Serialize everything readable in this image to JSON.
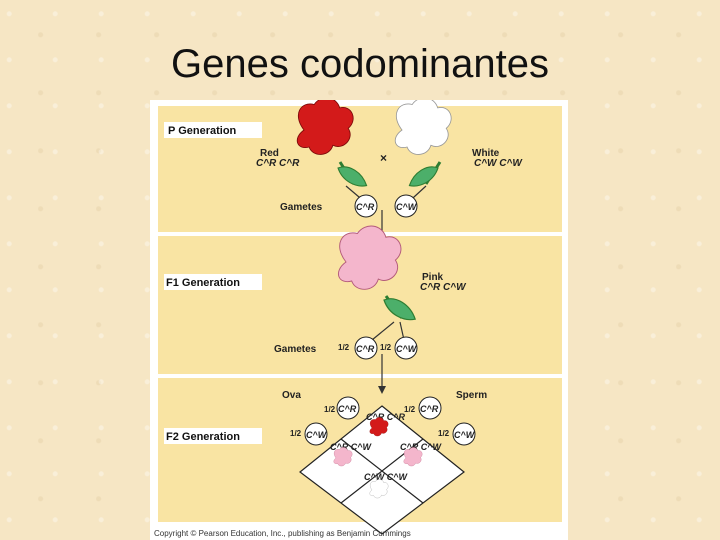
{
  "slide": {
    "title": "Genes codominantes"
  },
  "figure": {
    "p_generation": {
      "title": "P Generation",
      "red_label": "Red",
      "red_genotype": "C^R C^R",
      "white_label": "White",
      "white_genotype": "C^W C^W",
      "cross": "×",
      "gametes_label": "Gametes",
      "gamete_red": "C^R",
      "gamete_white": "C^W"
    },
    "f1_generation": {
      "title": "F1 Generation",
      "pink_label": "Pink",
      "pink_genotype": "C^R C^W",
      "gametes_label": "Gametes",
      "gamete_fraction_1": "1/2",
      "gamete_red": "C^R",
      "gamete_fraction_2": "1/2",
      "gamete_white": "C^W"
    },
    "f2_generation": {
      "title": "F2 Generation",
      "ova_label": "Ova",
      "sperm_label": "Sperm",
      "ova": [
        {
          "fraction": "1/2",
          "allele": "C^R"
        },
        {
          "fraction": "1/2",
          "allele": "C^W"
        }
      ],
      "sperm": [
        {
          "fraction": "1/2",
          "allele": "C^R"
        },
        {
          "fraction": "1/2",
          "allele": "C^W"
        }
      ],
      "cells": {
        "top": "C^R C^R",
        "left": "C^R C^W",
        "right": "C^R C^W",
        "bottom": "C^W C^W"
      }
    },
    "copyright": "Copyright © Pearson Education, Inc., publishing as Benjamin Cummings",
    "colors": {
      "panel": "#f9e4a3",
      "red_flower": "#d31a1a",
      "pink_flower": "#f4b6cc",
      "white_flower": "#ffffff",
      "leaf": "#4caf6a"
    }
  }
}
